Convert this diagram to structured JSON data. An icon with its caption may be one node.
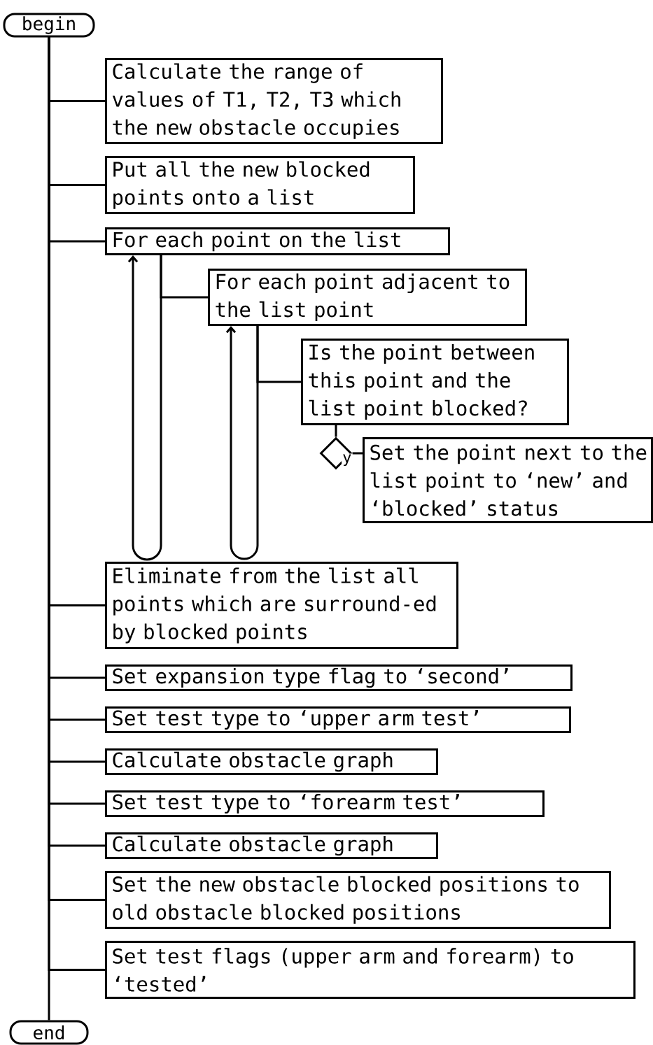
{
  "diagram": {
    "nodes": [
      {
        "text": [
          "begin"
        ]
      },
      {
        "text": [
          "Calculate the range of values of T1, T2, T3 which the new obstacle occupies"
        ]
      },
      {
        "text": [
          "Put all the new blocked points onto a list"
        ]
      },
      {
        "text": [
          "For each point on the list"
        ]
      },
      {
        "text": [
          "For each point adjacent to the list point"
        ]
      },
      {
        "text": [
          "Is the point between this point and the list point blocked?"
        ]
      },
      {
        "text": [],
        "shape": "diamond"
      },
      {
        "text": [
          "Set the point next to the list point to ‘new’ and ‘blocked’ status"
        ]
      },
      {
        "text": [
          "Eliminate from the list all points which are surround-ed by blocked points"
        ]
      },
      {
        "text": [
          "Set expansion type flag to ‘second’"
        ]
      },
      {
        "text": [
          "Set test type to ‘upper arm test’"
        ]
      },
      {
        "text": [
          "Calculate obstacle graph"
        ]
      },
      {
        "text": [
          "Set test type to ‘forearm test’"
        ]
      },
      {
        "text": [
          "Calculate obstacle graph"
        ]
      },
      {
        "text": [
          "Set the new obstacle blocked positions to old obstacle blocked positions"
        ]
      },
      {
        "text": [
          "Set test flags (upper arm and forearm) to ‘tested’"
        ]
      },
      {
        "text": [
          "end"
        ]
      }
    ],
    "edges": [
      {
        "from": 0,
        "to": 1,
        "arrow": "none"
      },
      {
        "from": 0,
        "to": 2,
        "arrow": "none"
      },
      {
        "from": 0,
        "to": 3,
        "arrow": "none"
      },
      {
        "from": 3,
        "to": 3,
        "arrow": "to"
      },
      {
        "from": 3,
        "to": 4,
        "arrow": "none"
      },
      {
        "from": 4,
        "to": 4,
        "arrow": "to"
      },
      {
        "from": 4,
        "to": 5,
        "arrow": "none"
      },
      {
        "from": 5,
        "to": 6,
        "arrow": "none"
      },
      {
        "from": 6,
        "to": 7,
        "arrow": "none",
        "label": "y"
      },
      {
        "from": 0,
        "to": 8,
        "arrow": "none"
      },
      {
        "from": 0,
        "to": 9,
        "arrow": "none"
      },
      {
        "from": 0,
        "to": 10,
        "arrow": "none"
      },
      {
        "from": 0,
        "to": 11,
        "arrow": "none"
      },
      {
        "from": 0,
        "to": 12,
        "arrow": "none"
      },
      {
        "from": 0,
        "to": 13,
        "arrow": "none"
      },
      {
        "from": 0,
        "to": 14,
        "arrow": "none"
      },
      {
        "from": 0,
        "to": 15,
        "arrow": "none"
      },
      {
        "from": 0,
        "to": 16,
        "arrow": "none"
      }
    ]
  }
}
